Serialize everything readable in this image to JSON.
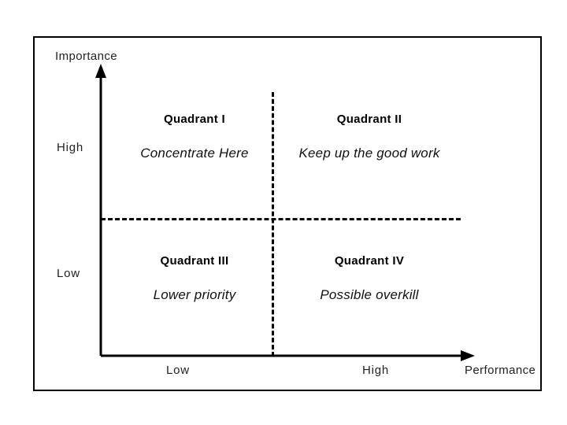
{
  "figure": {
    "kind": "importance-performance-quadrant-diagram",
    "background_color": "#ffffff",
    "line_color": "#000000",
    "text_color": "#1a1a1a"
  },
  "axes": {
    "y": {
      "title": "Importance",
      "ticks": [
        "High",
        "Low"
      ],
      "high_label": "High",
      "low_label": "Low"
    },
    "x": {
      "title": "Performance",
      "ticks": [
        "Low",
        "High"
      ],
      "low_label": "Low",
      "high_label": "High"
    }
  },
  "quadrants": [
    {
      "id": "quadrant-1",
      "title": "Quadrant I",
      "description": "Concentrate Here",
      "importance": "High",
      "performance": "Low"
    },
    {
      "id": "quadrant-2",
      "title": "Quadrant II",
      "description": "Keep up the good work",
      "importance": "High",
      "performance": "High"
    },
    {
      "id": "quadrant-3",
      "title": "Quadrant III",
      "description": "Lower priority",
      "importance": "Low",
      "performance": "Low"
    },
    {
      "id": "quadrant-4",
      "title": "Quadrant IV",
      "description": "Possible overkill",
      "importance": "Low",
      "performance": "High"
    }
  ],
  "chart_data": {
    "type": "table",
    "title": "",
    "xlabel": "Performance",
    "ylabel": "Importance",
    "x_categories": [
      "Low",
      "High"
    ],
    "y_categories": [
      "Low",
      "High"
    ],
    "grid": "dashed-crosshair",
    "legend": "none",
    "cells": [
      {
        "quadrant": "Quadrant I",
        "importance": "High",
        "performance": "Low",
        "label": "Concentrate Here"
      },
      {
        "quadrant": "Quadrant II",
        "importance": "High",
        "performance": "High",
        "label": "Keep up the good work"
      },
      {
        "quadrant": "Quadrant III",
        "importance": "Low",
        "performance": "Low",
        "label": "Lower priority"
      },
      {
        "quadrant": "Quadrant IV",
        "importance": "Low",
        "performance": "High",
        "label": "Possible overkill"
      }
    ]
  }
}
